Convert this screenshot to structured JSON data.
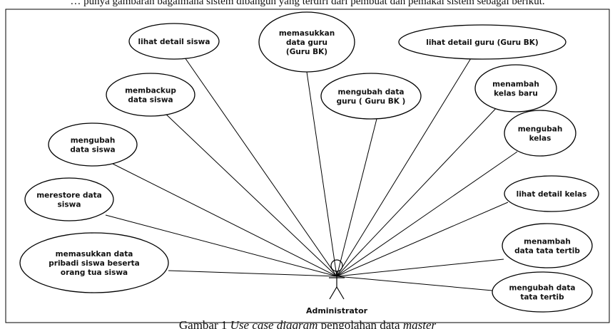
{
  "header_text": "… punya gambaran bagaimana sistem dibangun yang terdiri dari pembuat dan pemakai sistem sebagai berikut.",
  "actor": {
    "label": "Administrator"
  },
  "use_cases": [
    {
      "id": "lihat-detail-siswa",
      "lines": [
        "lihat detail siswa"
      ]
    },
    {
      "id": "memasukkan-data-guru",
      "lines": [
        "memasukkan",
        "data guru",
        "(Guru BK)"
      ]
    },
    {
      "id": "lihat-detail-guru",
      "lines": [
        "lihat detail guru (Guru BK)"
      ]
    },
    {
      "id": "membackup-data-siswa",
      "lines": [
        "membackup",
        "data siswa"
      ]
    },
    {
      "id": "mengubah-data-guru",
      "lines": [
        "mengubah data",
        "guru ( Guru BK )"
      ]
    },
    {
      "id": "menambah-kelas-baru",
      "lines": [
        "menambah",
        "kelas baru"
      ]
    },
    {
      "id": "mengubah-data-siswa",
      "lines": [
        "mengubah",
        "data siswa"
      ]
    },
    {
      "id": "mengubah-kelas",
      "lines": [
        "mengubah",
        "kelas"
      ]
    },
    {
      "id": "merestore-data-siswa",
      "lines": [
        "merestore data",
        "siswa"
      ]
    },
    {
      "id": "lihat-detail-kelas",
      "lines": [
        "lihat detail kelas"
      ]
    },
    {
      "id": "memasukkan-data-pribadi-siswa",
      "lines": [
        "memasukkan data",
        "pribadi siswa beserta",
        "orang tua siswa"
      ]
    },
    {
      "id": "menambah-data-tata-tertib",
      "lines": [
        "menambah",
        "data tata tertib"
      ]
    },
    {
      "id": "mengubah-data-tata-tertib",
      "lines": [
        "mengubah data",
        "tata tertib"
      ]
    }
  ],
  "caption": {
    "prefix": "Gambar 1 ",
    "italic1": "Use case diagram",
    "middle": " pengolahan data ",
    "italic2": "master"
  }
}
